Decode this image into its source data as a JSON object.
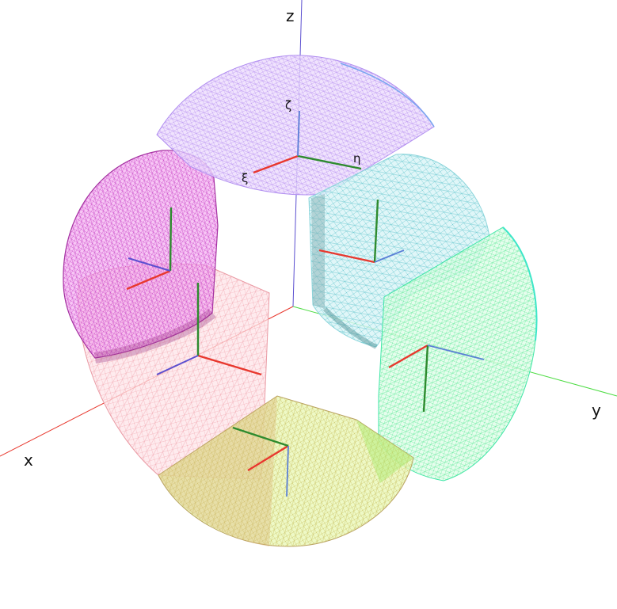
{
  "axes": {
    "x_label": "x",
    "y_label": "y",
    "z_label": "z"
  },
  "local_axes": {
    "xi_label": "ξ",
    "eta_label": "η",
    "zeta_label": "ζ"
  },
  "colors": {
    "x_axis": "#e8382e",
    "y_axis": "#4ddc43",
    "z_axis": "#5b4fd0",
    "xi": "#e8382e",
    "eta": "#2e8b2e",
    "zeta": "#5a7fd6"
  },
  "patches": [
    {
      "id": "top",
      "tint": "#c9a8f5",
      "edge": "#7aa6f0"
    },
    {
      "id": "upper-left",
      "tint": "#e06be0",
      "edge": "#a0309c"
    },
    {
      "id": "upper-right",
      "tint": "#8fe0e6",
      "edge": "#4a8c90"
    },
    {
      "id": "left",
      "tint": "#f4b8c0",
      "edge": "#e07a86"
    },
    {
      "id": "right",
      "tint": "#9cf5b8",
      "edge": "#3ce6a8"
    },
    {
      "id": "bottom",
      "tint": "#d8f07a",
      "edge": "#a88a3c"
    }
  ]
}
